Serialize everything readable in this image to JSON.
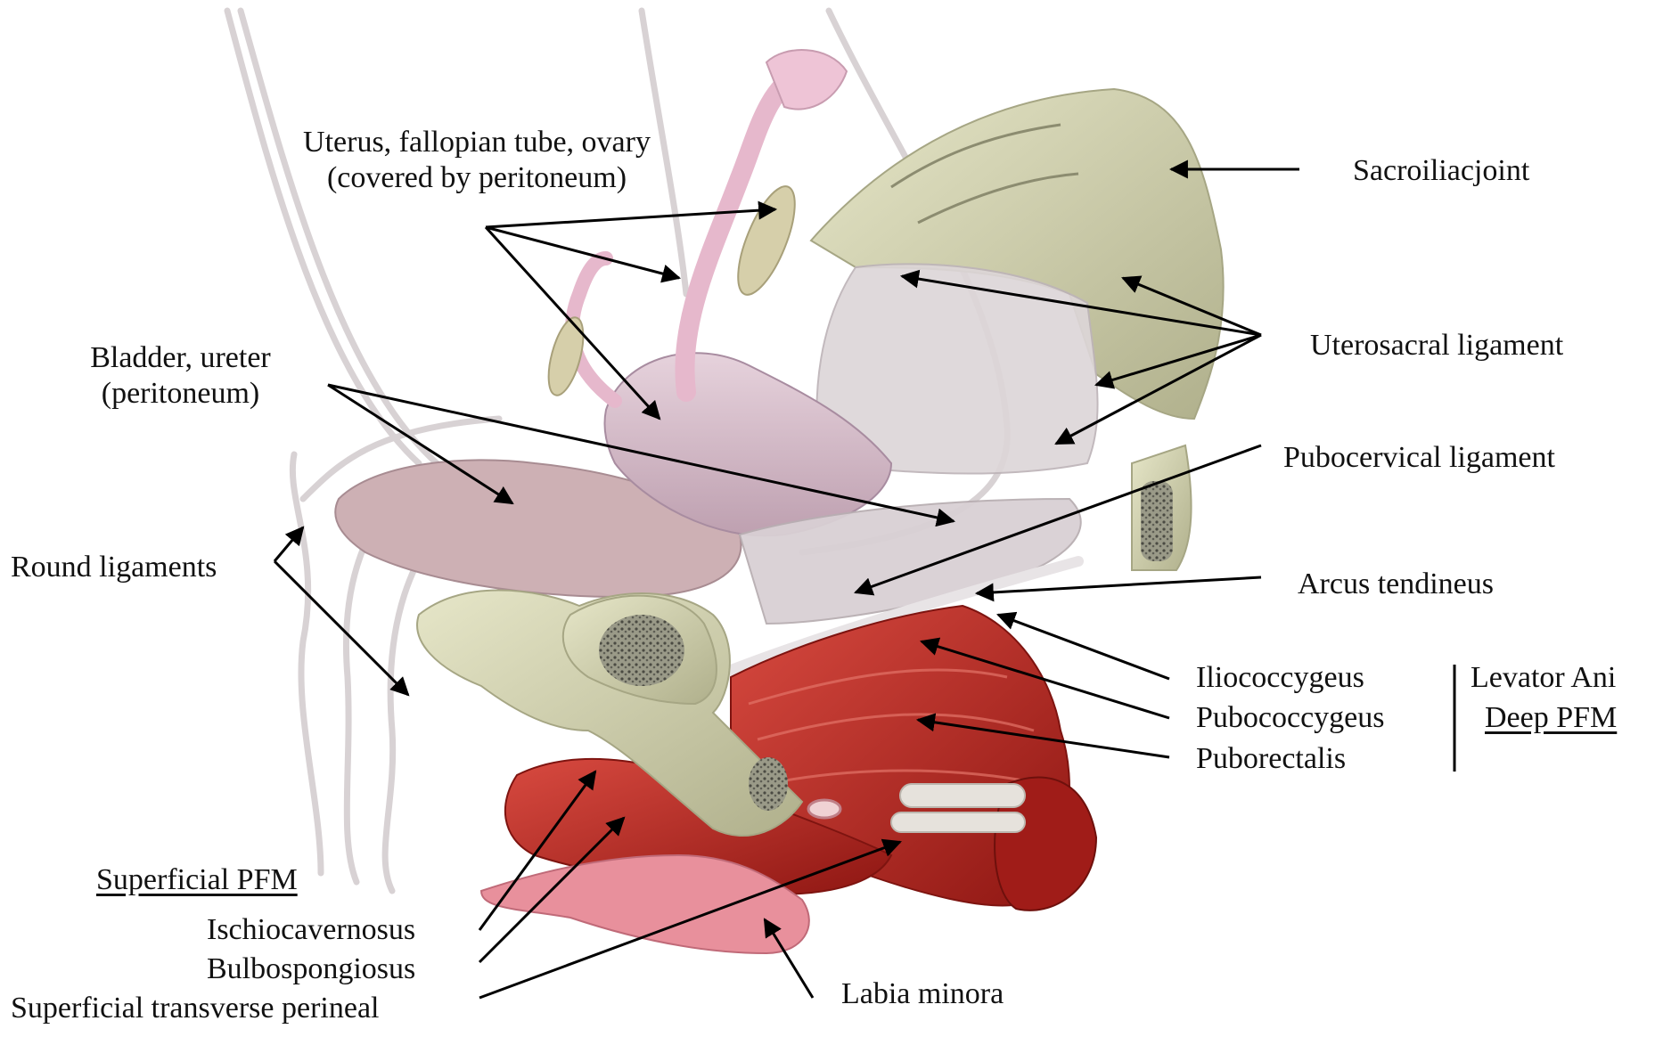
{
  "colors": {
    "bone": "#dcdcbc",
    "bone_shadow": "#b8b894",
    "bone_marrow": "#6e6e62",
    "muscle": "#b8221c",
    "muscle_light": "#d84a40",
    "organ_pink": "#d6b6c4",
    "uterus": "#dcc4d0",
    "tube_pink": "#e8b8d0",
    "ligament": "#d8d0d4",
    "labia": "#e8909c",
    "arrow": "#000000"
  },
  "labels": {
    "uterus_line1": "Uterus, fallopian tube, ovary",
    "uterus_line2": "(covered by peritoneum)",
    "sacroiliac": "Sacroiliacjoint",
    "bladder_line1": "Bladder, ureter",
    "bladder_line2": "(peritoneum)",
    "uterosacral": "Uterosacral ligament",
    "pubocervical": "Pubocervical ligament",
    "round_ligaments": "Round ligaments",
    "arcus": "Arcus tendineus",
    "iliococcygeus": "Iliococcygeus",
    "pubococcygeus": "Pubococcygeus",
    "puborectalis": "Puborectalis",
    "levator_ani": "Levator Ani",
    "deep_pfm": "Deep PFM",
    "superficial_pfm": "Superficial PFM",
    "ischiocavernosus": "Ischiocavernosus",
    "bulbospongiosus": "Bulbospongiosus",
    "superficial_transverse": "Superficial transverse perineal",
    "labia_minora": "Labia minora"
  }
}
